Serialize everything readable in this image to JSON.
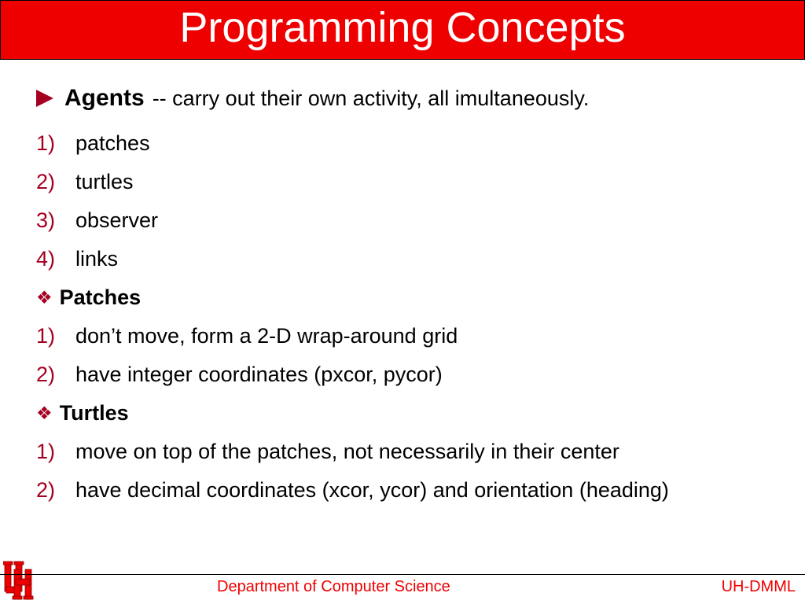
{
  "slide": {
    "title": "Programming Concepts",
    "agents": {
      "heading": "Agents",
      "description": "-- carry out their own activity, all imultaneously.",
      "items": [
        {
          "num": "1)",
          "text": "patches"
        },
        {
          "num": "2)",
          "text": "turtles"
        },
        {
          "num": "3)",
          "text": "observer"
        },
        {
          "num": "4)",
          "text": "links"
        }
      ]
    },
    "patches": {
      "heading": "Patches",
      "items": [
        {
          "num": "1)",
          "text": "don’t move, form a 2-D wrap-around grid"
        },
        {
          "num": "2)",
          "text": "have integer coordinates (pxcor, pycor)"
        }
      ]
    },
    "turtles": {
      "heading": "Turtles",
      "items": [
        {
          "num": "1)",
          "text": "move on top of the patches, not necessarily in their center"
        },
        {
          "num": "2)",
          "text": "have decimal coordinates (xcor, ycor) and orientation (heading)"
        }
      ]
    }
  },
  "footer": {
    "department": "Department of Computer Science",
    "lab": "UH-DMML"
  },
  "colors": {
    "title_background": "#ee0000",
    "bullet": "#a50021",
    "footer_text": "#ee0000"
  },
  "icons": {
    "logo": "uh-interlocking-logo",
    "heading_bullet": "arrow-right-icon",
    "sub_bullet": "diamond-bullet-icon"
  }
}
